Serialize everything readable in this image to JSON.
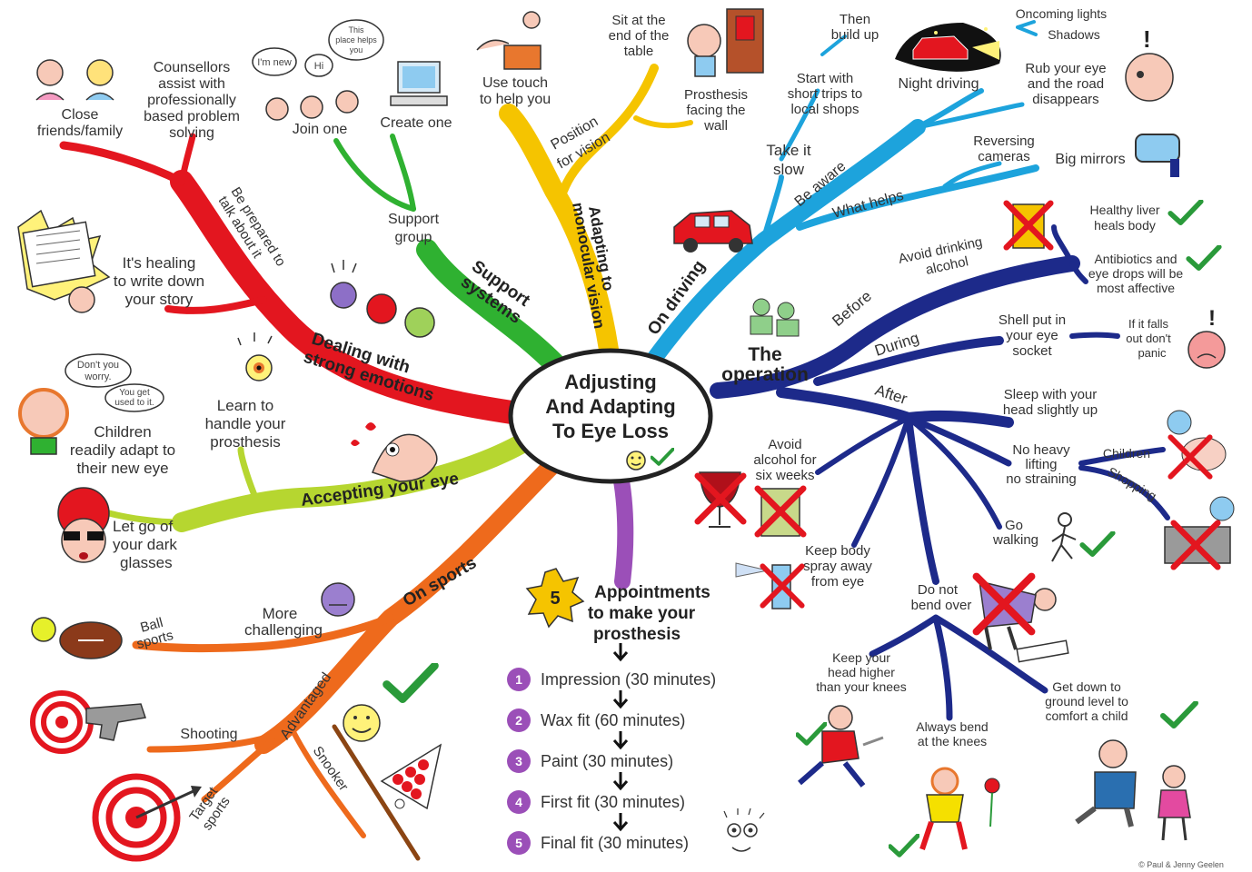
{
  "center": {
    "lines": [
      "Adjusting",
      "And Adapting",
      "To Eye Loss"
    ]
  },
  "colors": {
    "red": "#e3161f",
    "green": "#2fb131",
    "yellow": "#f5c400",
    "lightblue": "#1da3dc",
    "navy": "#1d2a8a",
    "purple": "#9b4fb8",
    "orange": "#ee6a1c",
    "lime": "#b6d630"
  },
  "branches": {
    "emotions": {
      "title": [
        "Dealing with",
        "strong emotions"
      ],
      "sub": [
        "Be prepared to",
        "talk about it"
      ],
      "items": {
        "close": [
          "Close",
          "friends/family"
        ],
        "counsellors": [
          "Counsellors",
          "assist with",
          "professionally",
          "based problem",
          "solving"
        ],
        "healing": [
          "It's healing",
          "to write down",
          "your story"
        ]
      }
    },
    "support": {
      "title": [
        "Support",
        "systems"
      ],
      "sub": [
        "Support",
        "group"
      ],
      "items": {
        "join": "Join one",
        "create": "Create one"
      },
      "bubbles": {
        "new": "I'm new",
        "hi": "Hi",
        "helps": [
          "This",
          "place helps",
          "you"
        ]
      }
    },
    "monocular": {
      "title": [
        "Adapting to",
        "monocular vision"
      ],
      "sub": [
        "Position",
        "for vision"
      ],
      "items": {
        "touch": [
          "Use touch",
          "to help you"
        ],
        "table": [
          "Sit at the",
          "end of the",
          "table"
        ],
        "wall": [
          "Prosthesis",
          "facing the",
          "wall"
        ]
      }
    },
    "driving": {
      "title": "On driving",
      "subs": {
        "slow": [
          "Take it",
          "slow"
        ],
        "aware": "Be aware",
        "helps": "What helps"
      },
      "items": {
        "trips": [
          "Start with",
          "short trips to",
          "local shops"
        ],
        "buildup": [
          "Then",
          "build up"
        ],
        "night": "Night driving",
        "oncoming": "Oncoming lights",
        "shadows": "Shadows",
        "rub": [
          "Rub your eye",
          "and the road",
          "disappears"
        ],
        "reversing": [
          "Reversing",
          "cameras"
        ],
        "mirrors": "Big mirrors"
      }
    },
    "operation": {
      "title": [
        "The",
        "operation"
      ],
      "subs": {
        "before": "Before",
        "during": "During",
        "after": "After"
      },
      "items": {
        "alcohol": [
          "Avoid drinking",
          "alcohol"
        ],
        "liver": [
          "Healthy liver",
          "heals body"
        ],
        "antibiotics": [
          "Antibiotics and",
          "eye drops will be",
          "most affective"
        ],
        "shell": [
          "Shell put in",
          "your eye",
          "socket"
        ],
        "falls": [
          "If it falls",
          "out don't",
          "panic"
        ],
        "sleep": [
          "Sleep with your",
          "head slightly up"
        ],
        "lifting": [
          "No heavy",
          "lifting",
          "no straining"
        ],
        "children": "Children",
        "shopping": "Shopping",
        "go": [
          "Go",
          "walking"
        ],
        "alcohol6": [
          "Avoid",
          "alcohol for",
          "six weeks"
        ],
        "spray": [
          "Keep body",
          "spray away",
          "from eye"
        ],
        "bend": [
          "Do not",
          "bend over"
        ],
        "head": [
          "Keep your",
          "head higher",
          "than your knees"
        ],
        "knees": [
          "Always bend",
          "at the knees"
        ],
        "ground": [
          "Get down to",
          "ground level to",
          "comfort a child"
        ]
      }
    },
    "accepting": {
      "title": "Accepting your eye",
      "items": {
        "learn": [
          "Learn to",
          "handle your",
          "prosthesis"
        ],
        "children": [
          "Children",
          "readily adapt to",
          "their new eye"
        ],
        "letgo": [
          "Let go of",
          "your dark",
          "glasses"
        ]
      },
      "bubbles": {
        "dont": [
          "Don't you",
          "worry."
        ],
        "used": [
          "You get",
          "used to it."
        ]
      }
    },
    "sports": {
      "title": "On sports",
      "subs": {
        "challenging": [
          "More",
          "challenging"
        ],
        "advantaged": "Advantaged"
      },
      "items": {
        "ball": [
          "Ball",
          "sports"
        ],
        "shooting": "Shooting",
        "target": [
          "Target",
          "sports"
        ],
        "snooker": "Snooker"
      }
    }
  },
  "appointments": {
    "count": "5",
    "title": [
      "Appointments",
      "to make your",
      "prosthesis"
    ],
    "steps": [
      {
        "n": "1",
        "label": "Impression (30 minutes)"
      },
      {
        "n": "2",
        "label": "Wax fit (60 minutes)"
      },
      {
        "n": "3",
        "label": "Paint (30 minutes)"
      },
      {
        "n": "4",
        "label": "First fit (30 minutes)"
      },
      {
        "n": "5",
        "label": "Final fit (30 minutes)"
      }
    ]
  },
  "copyright": "© Paul & Jenny Geelen"
}
